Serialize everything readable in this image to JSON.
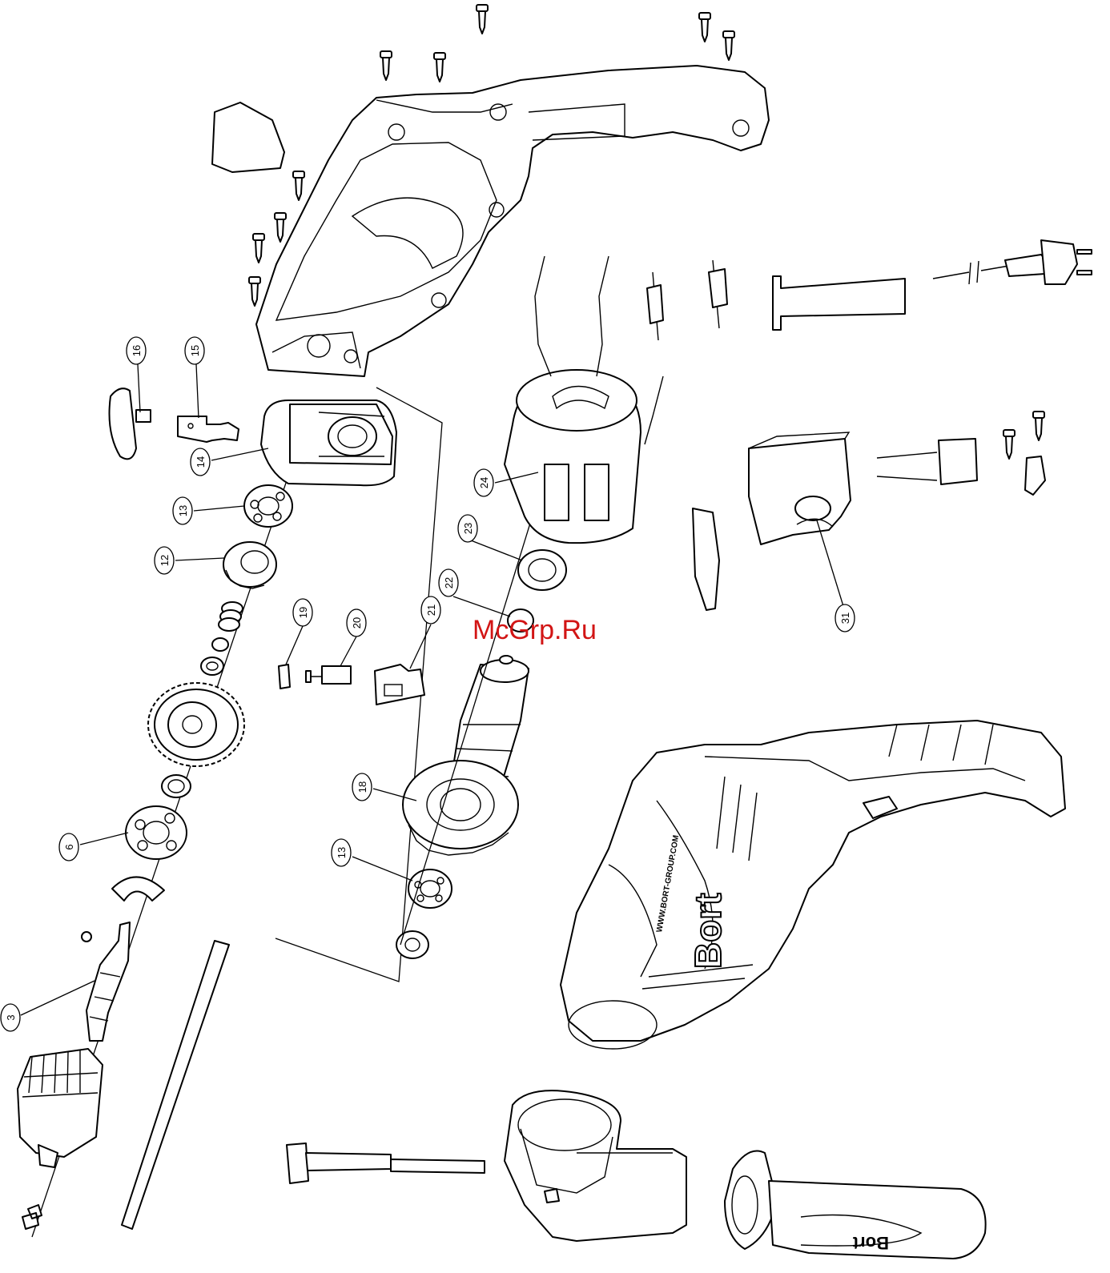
{
  "watermark": "McGrp.Ru",
  "brand_text": "Bort",
  "url_text": "WWW.BORT-GROUP.COM",
  "callouts": [
    "16",
    "15",
    "14",
    "13",
    "12",
    "6",
    "3",
    "19",
    "20",
    "21",
    "24",
    "23",
    "22",
    "18",
    "13",
    "31"
  ],
  "colors": {
    "line": "#000000",
    "watermark": "#d21515",
    "background": "#ffffff"
  }
}
